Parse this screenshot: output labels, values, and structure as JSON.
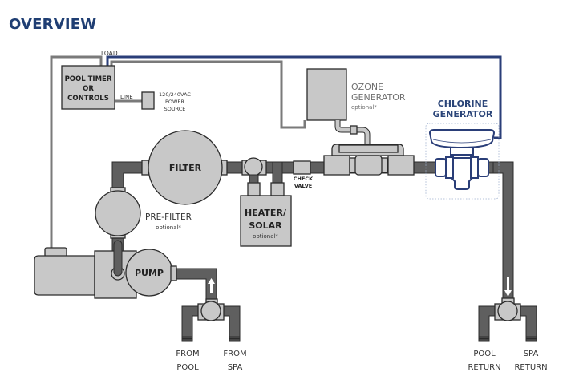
{
  "title": "OVERVIEW",
  "colors": {
    "title": "#1f3e73",
    "pipe": "#5f5f5f",
    "component": "#c8c8c8",
    "wire": "#7a7a7a",
    "chlorine_wire": "#2a3e78"
  },
  "labels": {
    "load": "LOAD",
    "line": "LINE",
    "timer": [
      "POOL TIMER",
      "OR",
      "CONTROLS"
    ],
    "power": [
      "120/240VAC",
      "POWER",
      "SOURCE"
    ],
    "ozone": [
      "OZONE",
      "GENERATOR"
    ],
    "ozone_opt": "optional*",
    "chlorine": [
      "CHLORINE",
      "GENERATOR"
    ],
    "filter": "FILTER",
    "prefilter": "PRE-FILTER",
    "prefilter_opt": "optional*",
    "check_valve": [
      "CHECK",
      "VALVE"
    ],
    "heater": [
      "HEATER/",
      "SOLAR"
    ],
    "heater_opt": "optional*",
    "pump": "PUMP",
    "from_pool": [
      "FROM",
      "POOL"
    ],
    "from_spa": [
      "FROM",
      "SPA"
    ],
    "pool_return": [
      "POOL",
      "RETURN"
    ],
    "spa_return": [
      "SPA",
      "RETURN"
    ]
  }
}
